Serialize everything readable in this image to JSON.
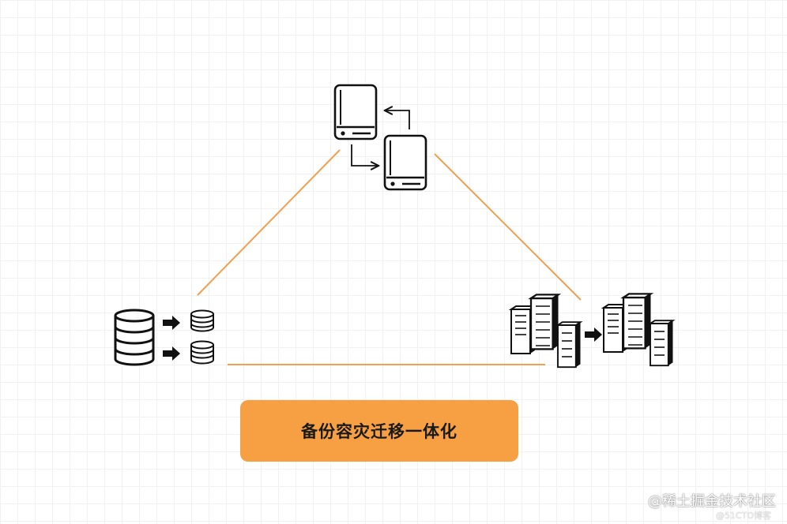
{
  "banner": {
    "text": "备份容灾迁移一体化"
  },
  "watermark": {
    "main": "@稀土掘金技术社区",
    "sub": "@51CTO博客"
  },
  "colors": {
    "connector": "#f0a050",
    "banner": "#f7a043",
    "stroke": "#111111"
  },
  "icons": {
    "backup_drives": "hard-drive-icon",
    "database_replication": "database-icon",
    "site_migration": "buildings-icon"
  }
}
